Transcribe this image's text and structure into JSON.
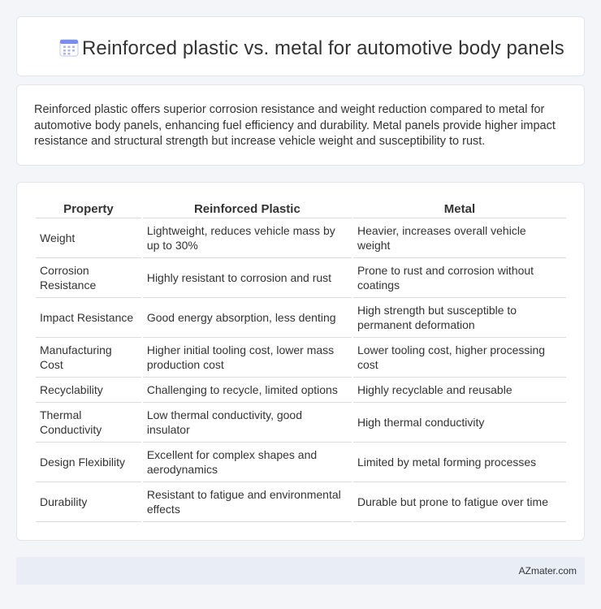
{
  "header": {
    "title": "Reinforced plastic vs. metal for automotive body panels",
    "icon": "calendar-grid-icon",
    "icon_color": "#7b8cf0"
  },
  "summary": {
    "text": "Reinforced plastic offers superior corrosion resistance and weight reduction compared to metal for automotive body panels, enhancing fuel efficiency and durability. Metal panels provide higher impact resistance and structural strength but increase vehicle weight and susceptibility to rust."
  },
  "table": {
    "headers": [
      "Property",
      "Reinforced Plastic",
      "Metal"
    ],
    "rows": [
      {
        "property": "Weight",
        "plastic": "Lightweight, reduces vehicle mass by up to 30%",
        "metal": "Heavier, increases overall vehicle weight"
      },
      {
        "property": "Corrosion Resistance",
        "plastic": "Highly resistant to corrosion and rust",
        "metal": "Prone to rust and corrosion without coatings"
      },
      {
        "property": "Impact Resistance",
        "plastic": "Good energy absorption, less denting",
        "metal": "High strength but susceptible to permanent deformation"
      },
      {
        "property": "Manufacturing Cost",
        "plastic": "Higher initial tooling cost, lower mass production cost",
        "metal": "Lower tooling cost, higher processing cost"
      },
      {
        "property": "Recyclability",
        "plastic": "Challenging to recycle, limited options",
        "metal": "Highly recyclable and reusable"
      },
      {
        "property": "Thermal Conductivity",
        "plastic": "Low thermal conductivity, good insulator",
        "metal": "High thermal conductivity"
      },
      {
        "property": "Design Flexibility",
        "plastic": "Excellent for complex shapes and aerodynamics",
        "metal": "Limited by metal forming processes"
      },
      {
        "property": "Durability",
        "plastic": "Resistant to fatigue and environmental effects",
        "metal": "Durable but prone to fatigue over time"
      }
    ]
  },
  "footer": {
    "brand": "AZmater.com"
  }
}
